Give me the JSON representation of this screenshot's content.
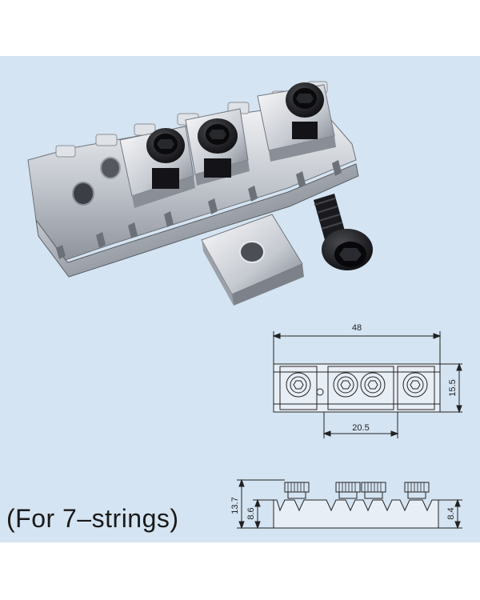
{
  "caption": "(For 7–strings)",
  "top_view": {
    "dim_width": "48",
    "dim_height": "15.5",
    "dim_spacing": "20.5"
  },
  "side_view": {
    "dim_total": "13.7",
    "dim_left": "8.6",
    "dim_right": "8.4"
  },
  "colors": {
    "panel_bg": "#d5e4f2",
    "chrome": "#c9ccd2",
    "screw": "#1b1b1e"
  }
}
